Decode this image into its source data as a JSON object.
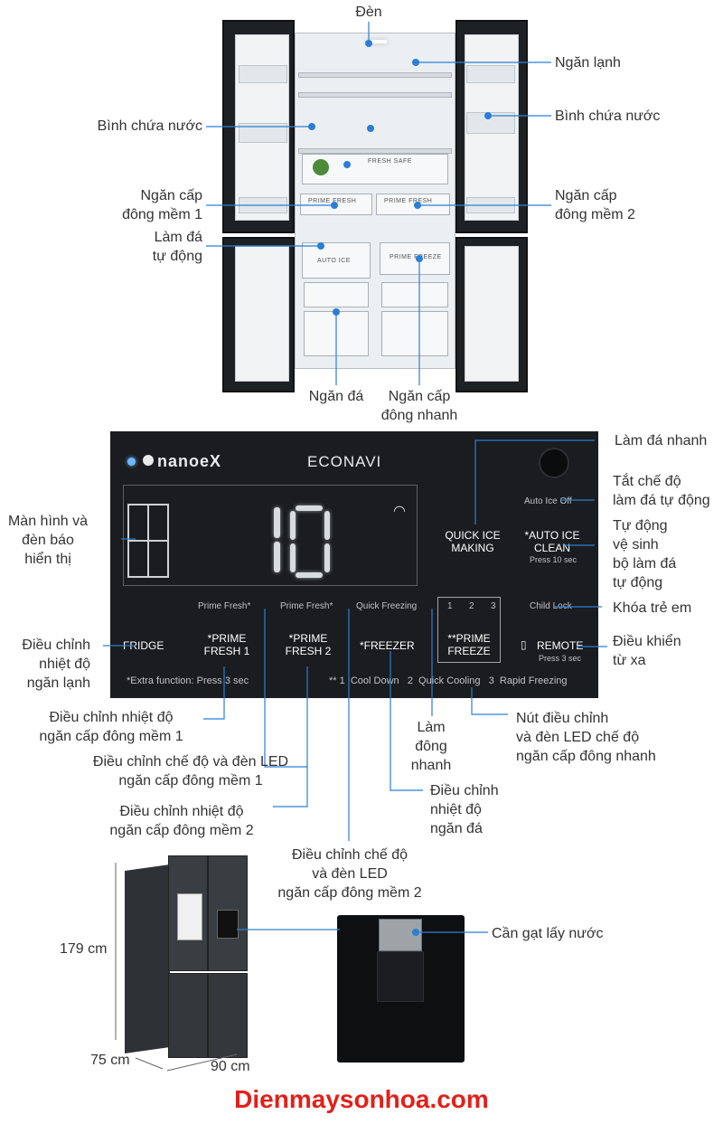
{
  "colors": {
    "accent_line": "#2a7fd4",
    "panel_bg": "#1a1c1f",
    "brand": "#e0211a"
  },
  "fridge_labels": {
    "light": "Đèn",
    "fridge_compartment": "Ngăn lạnh",
    "water_tank_left": "Bình chứa nước",
    "water_tank_right": "Bình chứa nước",
    "soft_freeze_1_line1": "Ngăn cấp",
    "soft_freeze_1_line2": "đông mềm 1",
    "soft_freeze_2_line1": "Ngăn cấp",
    "soft_freeze_2_line2": "đông mềm 2",
    "auto_ice_line1": "Làm đá",
    "auto_ice_line2": "tự động",
    "ice_compartment": "Ngăn đá",
    "quick_freeze_line1": "Ngăn cấp",
    "quick_freeze_line2": "đông nhanh"
  },
  "fridge_inner_text": {
    "fresh_safe": "FRESH SAFE",
    "prime_fresh_a": "PRIME FRESH",
    "prime_fresh_b": "PRIME FRESH",
    "auto_ice": "AUTO ICE",
    "prime_freeze": "PRIME FREEZE"
  },
  "panel": {
    "brand_nanoe": "nanoeX",
    "brand_econavi": "ECONAVI",
    "display_value": "10",
    "quick_ice_line1": "QUICK ICE",
    "quick_ice_line2": "MAKING",
    "auto_ice_off": "Auto Ice Off",
    "auto_ice_clean_line1": "*AUTO ICE",
    "auto_ice_clean_line2": "CLEAN",
    "press_10": "Press 10 sec",
    "prime_fresh_1_small": "Prime Fresh*",
    "prime_fresh_2_small": "Prime Fresh*",
    "quick_freezing_small": "Quick Freezing",
    "freeze_levels": [
      "1",
      "2",
      "3"
    ],
    "child_lock": "Child Lock",
    "fridge_btn": "FRIDGE",
    "prime_fresh_1_line1": "*PRIME",
    "prime_fresh_1_line2": "FRESH 1",
    "prime_fresh_2_line1": "*PRIME",
    "prime_fresh_2_line2": "FRESH 2",
    "freezer_btn": "*FREEZER",
    "prime_freeze_line1": "**PRIME",
    "prime_freeze_line2": "FREEZE",
    "remote_btn": "REMOTE",
    "press_3": "Press 3 sec",
    "extra_function": "*Extra function: Press 3 sec",
    "footnote": "** 1  Cool Down   2  Quick Cooling   3  Rapid Freezing"
  },
  "panel_labels": {
    "quick_ice": "Làm đá nhanh",
    "auto_ice_off_line1": "Tắt chế độ",
    "auto_ice_off_line2": "làm đá tự động",
    "auto_clean_line1": "Tự động",
    "auto_clean_line2": "vệ sinh",
    "auto_clean_line3": "bộ làm đá",
    "auto_clean_line4": "tự động",
    "child_lock": "Khóa trẻ em",
    "remote_line1": "Điều khiển",
    "remote_line2": "từ xa",
    "display_line1": "Màn hình và",
    "display_line2": "đèn báo",
    "display_line3": "hiển thị",
    "fridge_adj_line1": "Điều chỉnh",
    "fridge_adj_line2": "nhiệt độ",
    "fridge_adj_line3": "ngăn lạnh",
    "pf1_temp_line1": "Điều chỉnh nhiệt độ",
    "pf1_temp_line2": "ngăn cấp đông mềm 1",
    "pf1_mode_line1": "Điều chỉnh chế độ và đèn LED",
    "pf1_mode_line2": "ngăn cấp đông mềm 1",
    "pf2_temp_line1": "Điều chỉnh nhiệt độ",
    "pf2_temp_line2": "ngăn cấp đông mềm 2",
    "pf2_mode_line1": "Điều chỉnh chế độ",
    "pf2_mode_line2": "và đèn LED",
    "pf2_mode_line3": "ngăn cấp đông mềm 2",
    "quick_freezing_line1": "Làm",
    "quick_freezing_line2": "đông",
    "quick_freezing_line3": "nhanh",
    "freezer_adj_line1": "Điều chỉnh",
    "freezer_adj_line2": "nhiệt độ",
    "freezer_adj_line3": "ngăn đá",
    "prime_freeze_line1": "Nút điều chỉnh",
    "prime_freeze_line2": "và đèn LED chế độ",
    "prime_freeze_line3": "ngăn cấp đông nhanh"
  },
  "dimensions": {
    "height": "179 cm",
    "depth": "75 cm",
    "width": "90 cm"
  },
  "dispenser_label": "Cần gạt lấy nước",
  "brand_text": "Dienmaysonhoa.com"
}
